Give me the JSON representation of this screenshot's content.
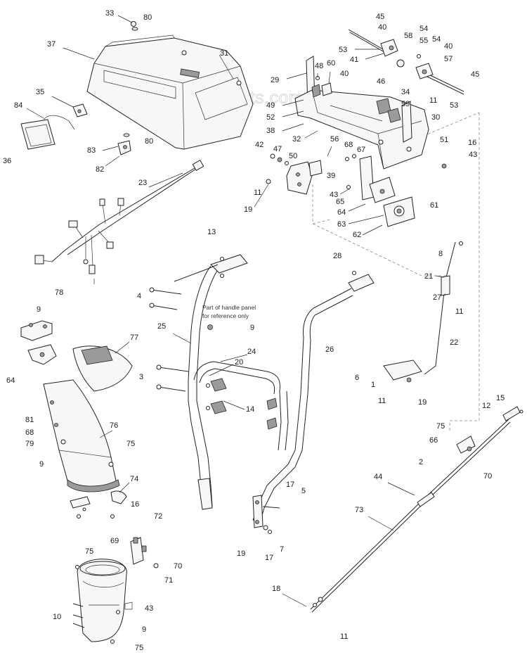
{
  "watermark": "eReplacementParts.com",
  "note": [
    "Part of handle panel",
    "for reference only"
  ],
  "callouts": [
    "33",
    "80",
    "37",
    "31",
    "35",
    "84",
    "36",
    "83",
    "80",
    "82",
    "23",
    "45",
    "40",
    "53",
    "41",
    "58",
    "54",
    "55",
    "54",
    "40",
    "57",
    "29",
    "48",
    "60",
    "40",
    "46",
    "45",
    "34",
    "11",
    "53",
    "49",
    "59",
    "52",
    "30",
    "38",
    "32",
    "56",
    "68",
    "67",
    "51",
    "16",
    "43",
    "42",
    "47",
    "50",
    "39",
    "11",
    "19",
    "43",
    "65",
    "64",
    "61",
    "63",
    "62",
    "13",
    "28",
    "8",
    "21",
    "27",
    "11",
    "22",
    "4",
    "25",
    "9",
    "26",
    "24",
    "20",
    "3",
    "14",
    "6",
    "1",
    "11",
    "19",
    "78",
    "9",
    "64",
    "77",
    "81",
    "68",
    "79",
    "76",
    "75",
    "9",
    "74",
    "16",
    "72",
    "69",
    "75",
    "70",
    "71",
    "43",
    "10",
    "9",
    "75",
    "17",
    "5",
    "19",
    "17",
    "7",
    "15",
    "12",
    "75",
    "66",
    "70",
    "2",
    "44",
    "73",
    "18",
    "11"
  ]
}
